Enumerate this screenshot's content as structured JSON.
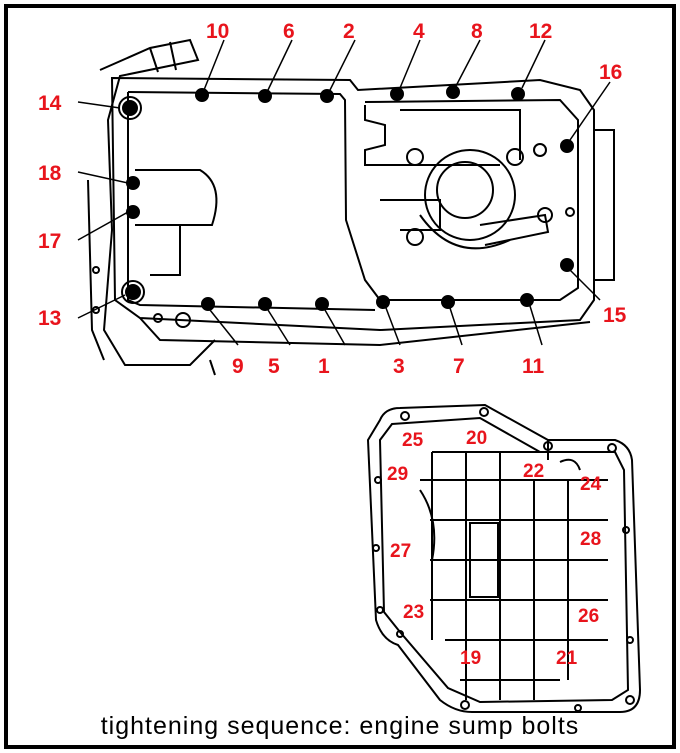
{
  "caption": "tightening sequence: engine sump bolts",
  "colors": {
    "label": "#e8141c",
    "line": "#000000",
    "background": "#ffffff"
  },
  "upper_pan_labels": [
    "1",
    "2",
    "3",
    "4",
    "5",
    "6",
    "7",
    "8",
    "9",
    "10",
    "11",
    "12",
    "13",
    "14",
    "15",
    "16",
    "17",
    "18"
  ],
  "lower_pan_labels": [
    "19",
    "20",
    "21",
    "22",
    "23",
    "24",
    "25",
    "26",
    "27",
    "28",
    "29"
  ]
}
